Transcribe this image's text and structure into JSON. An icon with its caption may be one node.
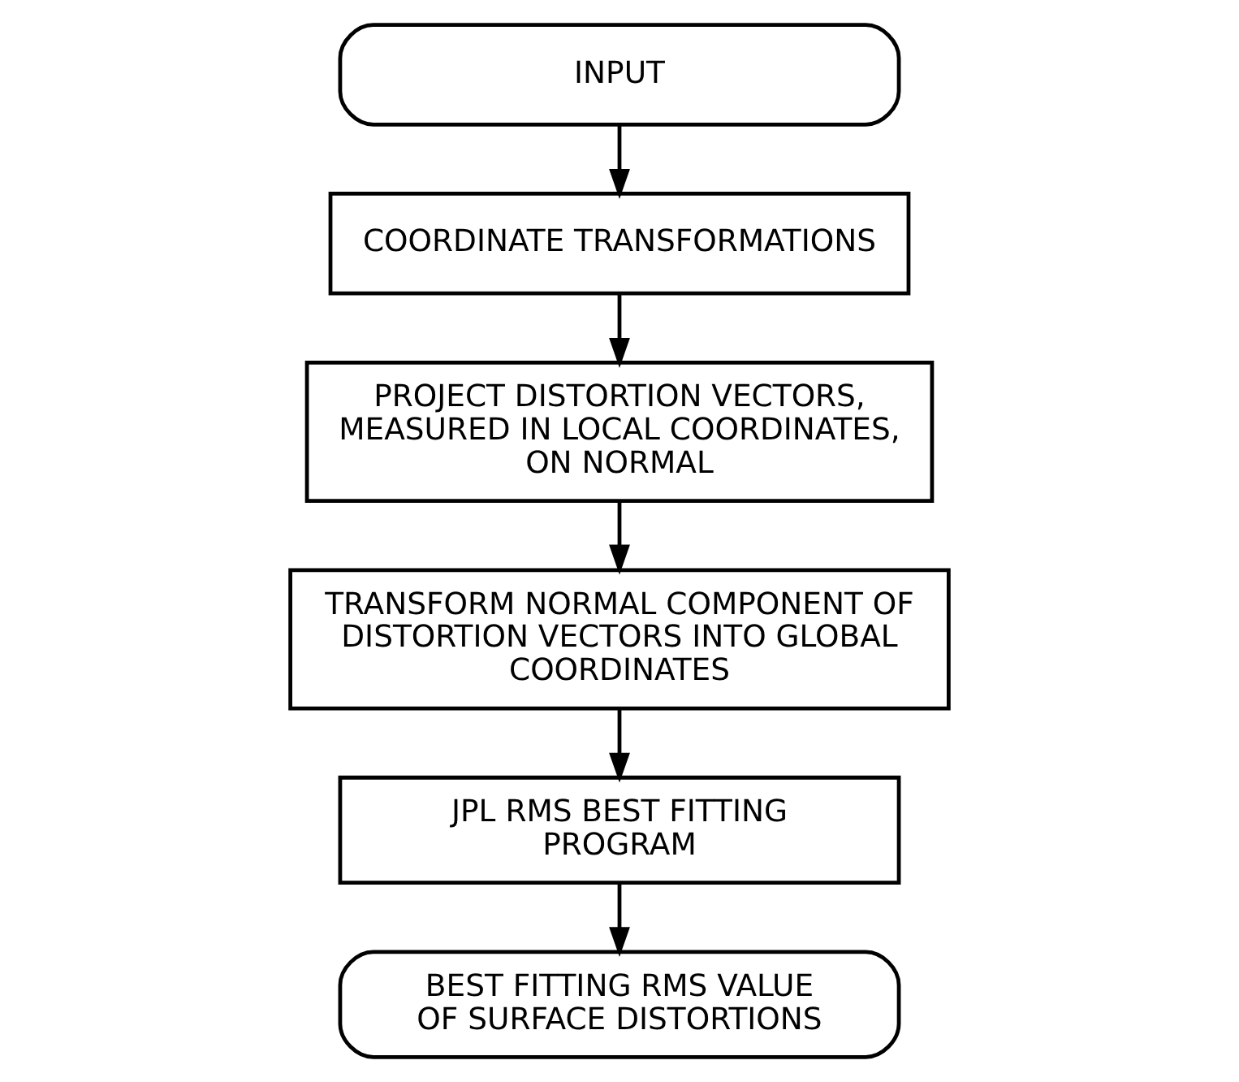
{
  "diagram": {
    "nodes": [
      {
        "text": [
          "INPUT"
        ]
      },
      {
        "text": [
          "COORDINATE TRANSFORMATIONS"
        ]
      },
      {
        "text": [
          "PROJECT DISTORTION VECTORS, MEASURED IN LOCAL COORDINATES, ON NORMAL"
        ]
      },
      {
        "text": [
          "TRANSFORM NORMAL COMPONENT OF DISTORTION VECTORS INTO GLOBAL COORDINATES"
        ]
      },
      {
        "text": [
          "JPL RMS BEST FITTING PROGRAM"
        ]
      },
      {
        "text": [
          "BEST FITTING RMS VALUE OF SURFACE DISTORTIONS"
        ]
      }
    ],
    "edges": [
      {
        "from": 0,
        "to": 1,
        "arrow": "to"
      },
      {
        "from": 1,
        "to": 2,
        "arrow": "to"
      },
      {
        "from": 2,
        "to": 3,
        "arrow": "to"
      },
      {
        "from": 3,
        "to": 4,
        "arrow": "to"
      },
      {
        "from": 4,
        "to": 5,
        "arrow": "to"
      }
    ]
  }
}
